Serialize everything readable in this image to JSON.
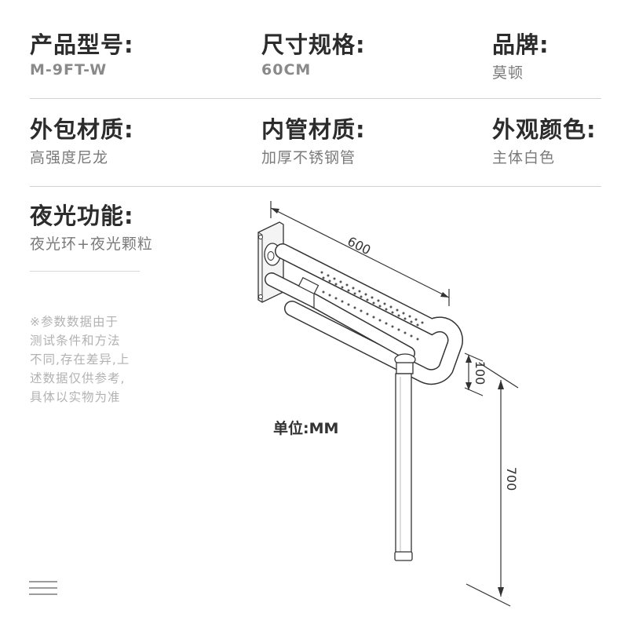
{
  "specs": {
    "model": {
      "label": "产品型号:",
      "value": "M-9FT-W"
    },
    "size": {
      "label": "尺寸规格:",
      "value": "60CM"
    },
    "brand": {
      "label": "品牌:",
      "value": "莫顿"
    },
    "outer_material": {
      "label": "外包材质:",
      "value": "高强度尼龙"
    },
    "inner_material": {
      "label": "内管材质:",
      "value": "加厚不锈钢管"
    },
    "color": {
      "label": "外观颜色:",
      "value": "主体白色"
    },
    "glow": {
      "label": "夜光功能:",
      "value": "夜光环+夜光颗粒"
    }
  },
  "disclaimer": [
    "※参数数据由于",
    "测试条件和方法",
    "不同,存在差异,上",
    "述数据仅供参考,",
    "具体以实物为准"
  ],
  "unit": "单位:MM",
  "dimensions": {
    "length": "600",
    "height_top": "100",
    "height_total": "700"
  },
  "icons": {
    "menu": "hamburger-menu-icon"
  }
}
